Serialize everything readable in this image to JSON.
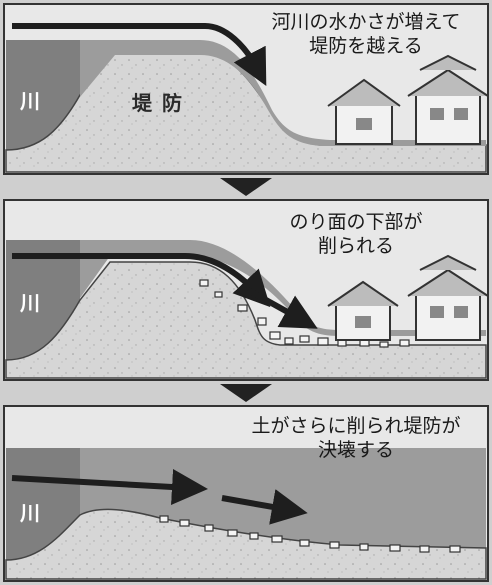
{
  "panels": [
    {
      "caption": [
        "河川の水かさが増えて",
        "堤防を越える"
      ],
      "river_label": "川",
      "embankment_label": "堤防"
    },
    {
      "caption": [
        "のり面の下部が",
        "削られる"
      ],
      "river_label": "川"
    },
    {
      "caption": [
        "土がさらに削られ堤防が",
        "決壊する"
      ],
      "river_label": "川"
    }
  ]
}
